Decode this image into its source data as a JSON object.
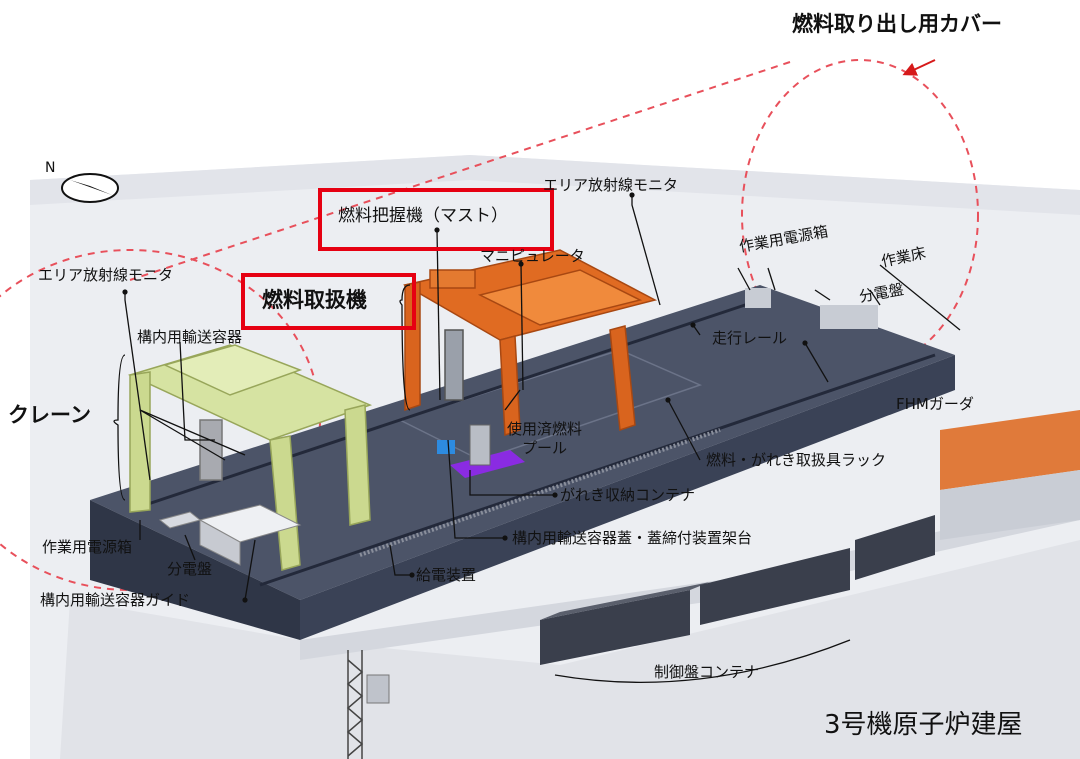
{
  "title": {
    "cover": "燃料取り出し用カバー",
    "building": "3号機原子炉建屋"
  },
  "compass": {
    "north": "N"
  },
  "highlighted": {
    "fuel_grapple_mast": "燃料把握機（マスト）",
    "fuel_handling_machine": "燃料取扱機"
  },
  "labels": {
    "crane": "クレーン",
    "area_radiation_monitor_left": "エリア放射線モニタ",
    "area_radiation_monitor_right": "エリア放射線モニタ",
    "onsite_transport_container": "構内用輸送容器",
    "manipulator": "マニピュレータ",
    "work_power_box_top": "作業用電源箱",
    "distribution_panel_top": "分電盤",
    "work_floor": "作業床",
    "travel_rail": "走行レール",
    "fhm_girder": "FHMガーダ",
    "spent_fuel_pool": "使用済燃料\nプール",
    "fuel_debris_tool_rack": "燃料・がれき取扱具ラック",
    "debris_container": "がれき収納コンテナ",
    "lid_bolting_stand": "構内用輸送容器蓋・蓋締付装置架台",
    "work_power_box_bottom": "作業用電源箱",
    "distribution_panel_bottom": "分電盤",
    "transport_container_guide": "構内用輸送容器ガイド",
    "power_feed_device": "給電装置",
    "control_panel_container": "制御盤コンテナ"
  },
  "colors": {
    "highlight": "#e60012",
    "fhm_orange": "#d9641e",
    "crane_green": "#d6e3a2",
    "floor_top": "#4c5468",
    "floor_side": "#2f3647",
    "building": "#e7e8ec",
    "cover_outline": "#e8505b"
  }
}
